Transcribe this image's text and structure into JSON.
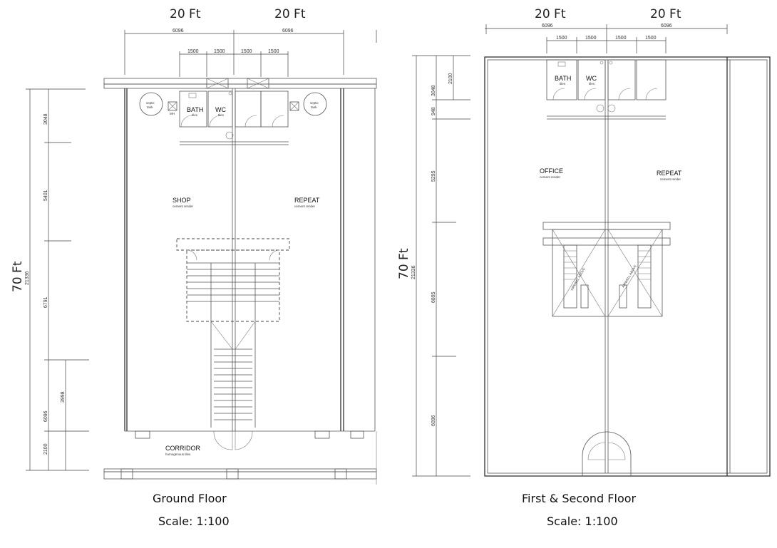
{
  "plans": {
    "ground": {
      "width_labels": [
        "20 Ft",
        "20 Ft"
      ],
      "dim_total_top": [
        "6096",
        "6096"
      ],
      "dim_modules_top": [
        "1500",
        "1500",
        "1500",
        "1500"
      ],
      "height_label": "70 Ft",
      "height_total": "21336",
      "left_dims": [
        "3048",
        "5401",
        "6791",
        "6096",
        "2100"
      ],
      "inner_dim": "3998",
      "rooms": {
        "septic_left": "septic",
        "septic_left_sub": "tank",
        "septic_right": "septic",
        "septic_right_sub": "tank",
        "mh": "MH",
        "bath": "BATH",
        "bath_sub": "tiles",
        "wc": "WC",
        "wc_sub": "tiles",
        "shop": "SHOP",
        "shop_sub": "cement render",
        "repeat": "REPEAT",
        "repeat_sub": "cement render",
        "corridor": "CORRIDOR",
        "corridor_sub": "homogenous tiles"
      },
      "caption": "Ground Floor",
      "scale": "Scale: 1:100"
    },
    "upper": {
      "width_labels": [
        "20 Ft",
        "20 Ft"
      ],
      "dim_total_top": [
        "6096",
        "6096"
      ],
      "dim_modules_top": [
        "1500",
        "1500",
        "1500",
        "1500"
      ],
      "height_label": "70 Ft",
      "height_total": "21336",
      "left_dims": [
        "3048",
        "948",
        "5295",
        "6895",
        "6096"
      ],
      "inner_dim": "2100",
      "rooms": {
        "bath": "BATH",
        "bath_sub": "tiles",
        "wc": "WC",
        "wc_sub": "tiles",
        "office": "OFFICE",
        "office_sub": "cement render",
        "repeat": "REPEAT",
        "repeat_sub": "cement render",
        "airwell_left": "AIRWELL ABOVE",
        "airwell_right": "AIRWELL ABOVE"
      },
      "caption": "First & Second Floor",
      "scale": "Scale: 1:100"
    }
  }
}
